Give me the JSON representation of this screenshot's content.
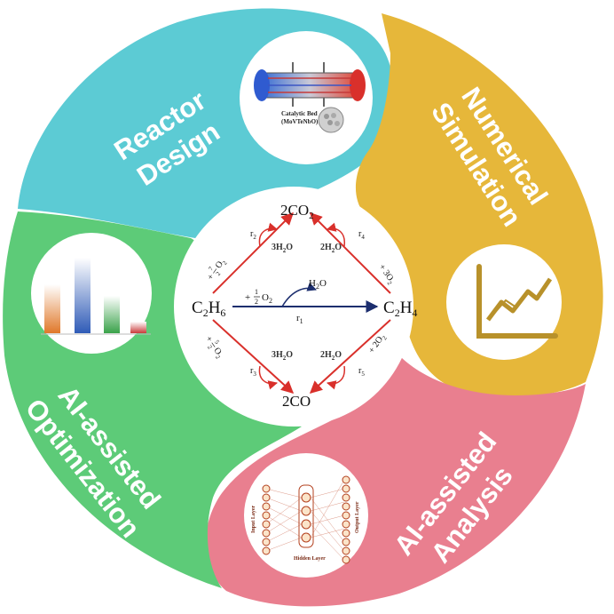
{
  "petals": {
    "reactor": {
      "line1": "Reactor",
      "line2": "Design",
      "color": "#5ccbd4"
    },
    "numerical": {
      "line1": "Numerical",
      "line2": "Simulation",
      "color": "#e6b73a"
    },
    "analysis": {
      "line1": "AI-assisted",
      "line2": "Analysis",
      "color": "#e97f8f"
    },
    "optimization": {
      "line1": "AI-assisted",
      "line2": "Optimization",
      "color": "#5dcb78"
    }
  },
  "reactor_image": {
    "label_line1": "Catalytic Bed",
    "label_line2": "(MoVTeNbO)"
  },
  "nn_image": {
    "input_label": "Input Layer",
    "hidden_label": "Hidden Layer",
    "output_label": "Output Layer"
  },
  "reaction": {
    "c2h6": "C",
    "c2h6_sub1": "2",
    "c2h6_mid": "H",
    "c2h6_sub2": "6",
    "c2h4": "C",
    "c2h4_sub1": "2",
    "c2h4_mid": "H",
    "c2h4_sub2": "4",
    "co2": "2CO",
    "co2_sub": "2",
    "co": "2CO",
    "h2o_main": "H",
    "h2o_main_sub": "2",
    "h2o_main_end": "O",
    "r1": "r",
    "r1_sub": "1",
    "r2": "r",
    "r2_sub": "2",
    "r3": "r",
    "r3_sub": "3",
    "r4": "r",
    "r4_sub": "4",
    "r5": "r",
    "r5_sub": "5",
    "h2o_3_top": "3H",
    "h2o_3_top_sub": "2",
    "h2o_3_top_end": "O",
    "h2o_2_top": "2H",
    "h2o_2_top_sub": "2",
    "h2o_2_top_end": "O",
    "h2o_3_bot": "3H",
    "h2o_3_bot_sub": "2",
    "h2o_3_bot_end": "O",
    "h2o_2_bot": "2H",
    "h2o_2_bot_sub": "2",
    "h2o_2_bot_end": "O",
    "o2_half_plus": "+",
    "o2_half_num": "1",
    "o2_half_den": "2",
    "o2_half_o": "O",
    "o2_half_sub": "2",
    "o2_72_plus": "+",
    "o2_72_num": "7",
    "o2_72_den": "2",
    "o2_72_o": "O",
    "o2_72_sub": "2",
    "o2_52_plus": "+",
    "o2_52_num": "5",
    "o2_52_den": "2",
    "o2_52_o": "O",
    "o2_52_sub": "2",
    "o2_3_plus": "+ 3O",
    "o2_3_sub": "2",
    "o2_2_plus": "+ 2O",
    "o2_2_sub": "2"
  },
  "colors": {
    "arrow_red": "#d9302b",
    "arrow_blue": "#1c2e6e",
    "chart_gold": "#b8912a"
  }
}
